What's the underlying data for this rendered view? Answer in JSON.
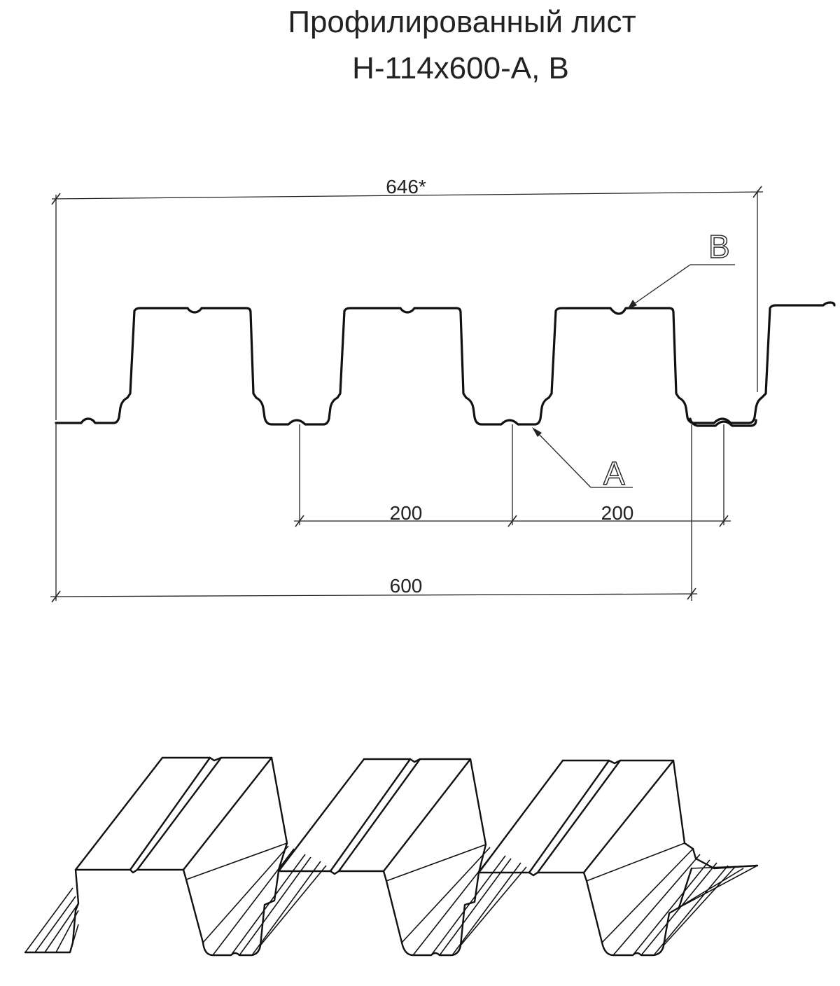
{
  "title": {
    "line1": "Профилированный лист",
    "line2": "Н-114х600-А, В"
  },
  "dimensions": {
    "overall_width": "646*",
    "rib_pitch_1": "200",
    "rib_pitch_2": "200",
    "useful_width": "600"
  },
  "callouts": {
    "a_label": "А",
    "b_label": "В"
  },
  "colors": {
    "line": "#111111",
    "background": "#ffffff"
  }
}
